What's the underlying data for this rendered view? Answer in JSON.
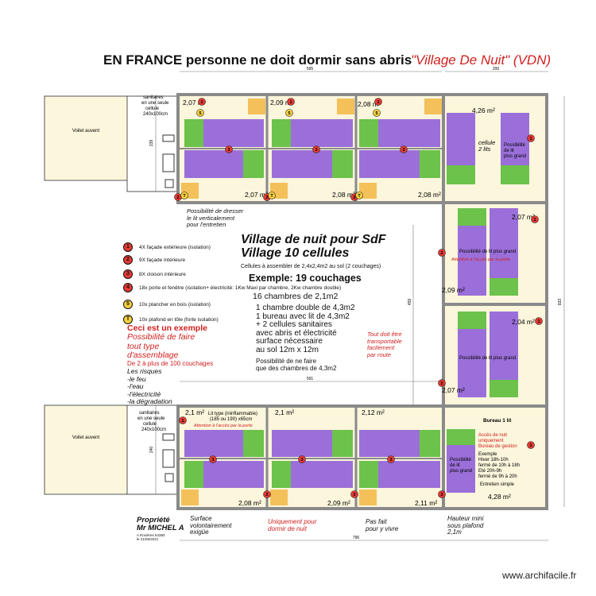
{
  "header": {
    "title": "EN FRANCE personne ne doit dormir sans abris",
    "title_red": "\"Village De Nuit\" (VDN)"
  },
  "auvents": {
    "top_label": "Voilet auvent",
    "bottom_label": "Voilet auvent"
  },
  "sanitaires": {
    "top": "sanitaires\nen une seule\ncellule\n240x100cm",
    "bottom": "sanitaires\nen une seule\ncellule\n240x100cm"
  },
  "dimensions": {
    "top_width": "595",
    "top_right_width": "200",
    "mid_width": "591",
    "bottom_width": "796",
    "left_height_top": "239",
    "left_height_bottom": "240",
    "right_height": "833",
    "inner_height": "459"
  },
  "rooms": {
    "top_row": [
      "2,07 m²",
      "2,09 m²",
      "2,08 m²"
    ],
    "top_row_lower": [
      "2,07 m²",
      "2,08 m²",
      "2,08 m²"
    ],
    "top_right_cell": {
      "area": "4,26 m²",
      "label": "cellule\n2 lits",
      "side": "Possibilité\nde lit\nplus grand"
    },
    "right_upper": {
      "area_top": "2,07 m²",
      "area_bottom": "2,09 m²",
      "note": "Possibilité de lit plus grand",
      "warning": "Attention à l'accès par la porte"
    },
    "right_lower": {
      "area_top": "2,04 m²",
      "area_bottom": "2,07 m²",
      "note": "Possibilité de lit plus grand"
    },
    "bottom_row": [
      "2,1 m²",
      "2,1 m²",
      "2,12 m²"
    ],
    "bottom_row_lower": [
      "2,08 m²",
      "2,09 m²",
      "2,11 m²"
    ],
    "bed_type": "Lit type (ininflammable)\n(185 ou 190) x65cm",
    "bed_warning": "Attention à l'accès par la porte",
    "bureau": {
      "title": "Bureau 1 lit",
      "access": "Accès de nuit\nuniquement\nBureau de gestion",
      "example": "Exemple\nHiver 18h-10h\nfermé de 10h à 18h\nEté 20h-9h\nfermé de 9h à 20h",
      "entretien": "Entretien simple",
      "side": "Possibilité\nde lit\nplus grand",
      "area": "4,28 m²"
    }
  },
  "check_note": "Possibilité de dresser\nle lit verticalement\npour l'entretien",
  "legend": [
    {
      "marker": "1",
      "color": "#e53935",
      "text": "4X façade extérieure (isolation)"
    },
    {
      "marker": "2",
      "color": "#e53935",
      "text": "9X façade intérieure"
    },
    {
      "marker": "3",
      "color": "#e53935",
      "text": "8X cloison intérieure"
    },
    {
      "marker": "4",
      "color": "#e53935",
      "text": "18x porte et fenêtre (isolation+ électricité: 1Kw Maxi par chambre, 2Kw chambre double)"
    },
    {
      "marker": "5",
      "color": "#f4d03f",
      "text": "10x plancher en bois (isolation)"
    },
    {
      "marker": "T",
      "color": "#f4d03f",
      "text": "10x plafond en tôle (forte isolation)"
    }
  ],
  "center": {
    "title1": "Village de nuit pour SdF",
    "title2": "Village 10 cellules",
    "subtitle": "Cellules à assembler de 2,4x2,4m2 au sol (2 couchages)",
    "example": "Exemple: 19 couchages",
    "rooms": "16 chambres de 2,1m2",
    "body": "1 chambre double de 4,3m2\n1 bureau avec lit de 4,3m2\n+ 2 cellules sanitaires\navec abris et électricité\nsurface nécessaire\nau sol 12m x 12m",
    "tail": "Possibilité de ne faire\nque des chambres de 4,3m2",
    "transport": "Tout doit être\ntransportable\nfacilement\npar route"
  },
  "left_notes": {
    "ceci": "Ceci est un exemple",
    "possib": "Possibilité de faire\ntout type\nd'assemblage",
    "deux": "De 2 à plus de 100 couchages",
    "risques": "Les risques\n-le feu\n-l'eau\n-l'électricité\n-la dégradation"
  },
  "bottom_notes": {
    "surface": "Surface\nvolontairement\nexigüe",
    "uniquement": "Uniquement pour\ndormir de nuit",
    "pas_fait": "Pas fait\npour y vivre",
    "hauteur": "Hauteur mini\nsous plafond\n2,1m"
  },
  "owner": {
    "name": "Propriété\nMr MICHEL A",
    "small": "A Rosières 54380\nle 21/05/2021"
  },
  "watermark": "www.archifacile.fr",
  "colors": {
    "room_fill": "#fbf6dc",
    "bed": "#9b6fd9",
    "pillow": "#6cc24a",
    "marker_red": "#e53935",
    "marker_yellow": "#f4d03f",
    "wall": "#8a8a8a",
    "accent_red": "#d21f1f"
  }
}
